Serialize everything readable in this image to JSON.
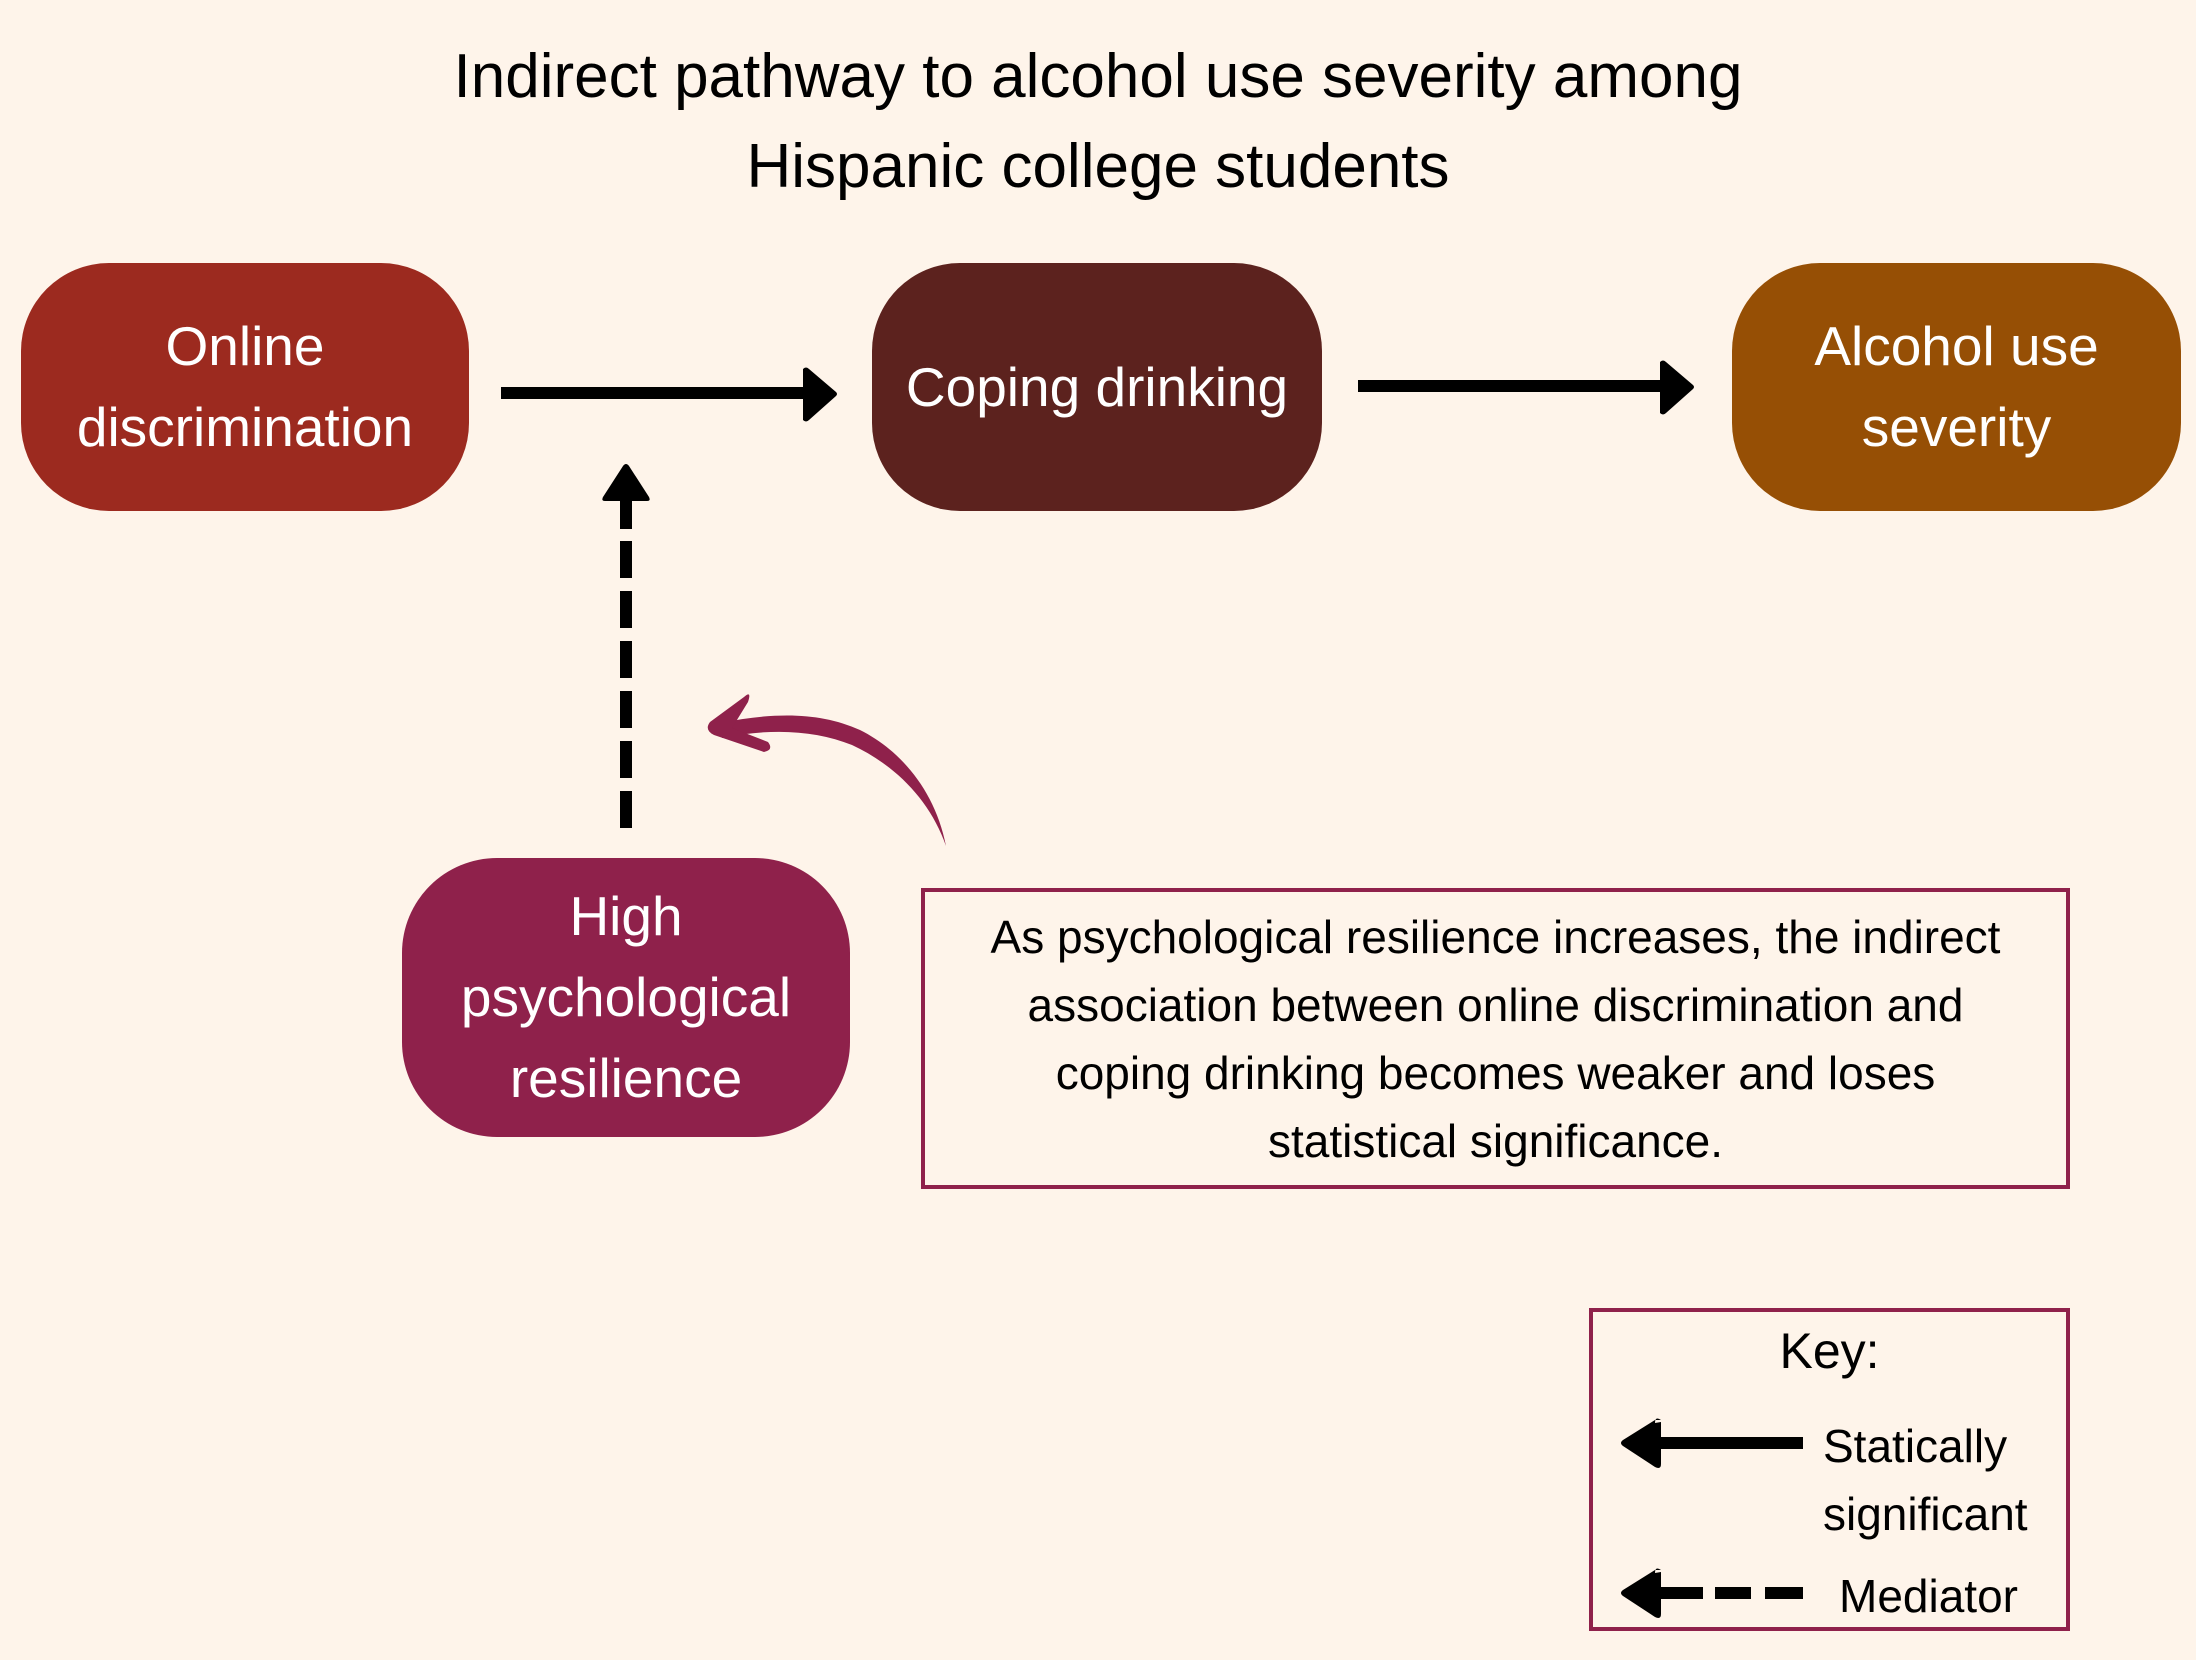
{
  "title": {
    "line1": "Indirect pathway to alcohol use severity among",
    "line2": "Hispanic college students"
  },
  "nodes": {
    "online_discrimination": {
      "lines": [
        "Online",
        "discrimination"
      ],
      "color": "#9c2a1f"
    },
    "coping_drinking": {
      "lines": [
        "Coping drinking"
      ],
      "color": "#5c221e"
    },
    "alcohol_use_severity": {
      "lines": [
        "Alcohol use",
        "severity"
      ],
      "color": "#964f05"
    },
    "high_resilience": {
      "lines": [
        "High",
        "psychological",
        "resilience"
      ],
      "color": "#8f214b"
    }
  },
  "edges": [
    {
      "from": "Online discrimination",
      "to": "Coping drinking",
      "style": "solid"
    },
    {
      "from": "Coping drinking",
      "to": "Alcohol use severity",
      "style": "solid"
    },
    {
      "from": "High psychological resilience",
      "to": "Online discrimination → Coping drinking path",
      "style": "dashed"
    }
  ],
  "note": {
    "lines": [
      "As psychological resilience increases, the indirect",
      "association between online discrimination and",
      "coping drinking becomes weaker and loses",
      "statistical significance."
    ],
    "border_color": "#8f214b",
    "pointer_color": "#8f214b"
  },
  "key": {
    "title": "Key:",
    "items": [
      {
        "style": "solid",
        "lines": [
          "Statically",
          "significant"
        ]
      },
      {
        "style": "dashed",
        "lines": [
          "Mediator"
        ]
      }
    ],
    "border_color": "#8f214b"
  },
  "colors": {
    "background": "#fef4ea",
    "arrow": "#000000"
  }
}
